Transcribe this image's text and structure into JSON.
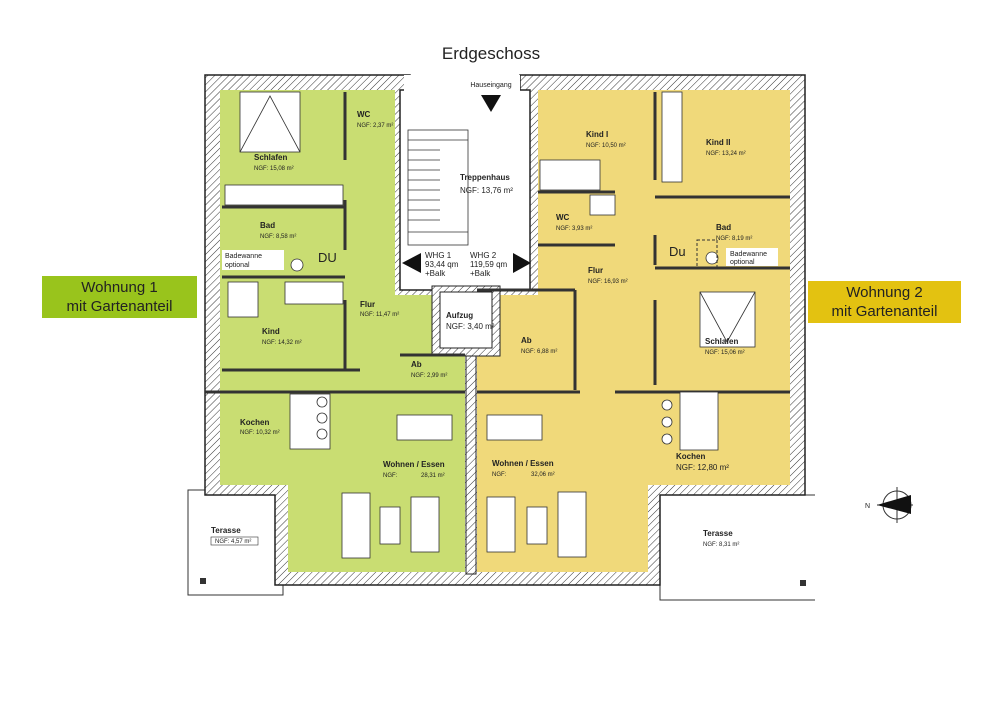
{
  "title": "Erdgeschoss",
  "entrance": "Hauseingang",
  "colors": {
    "unit1": "#c9dd72",
    "unit2": "#f0d97a",
    "unit1_label": "#99c41c",
    "unit2_label": "#e3c211"
  },
  "units": [
    {
      "line1": "Wohnung 1",
      "line2": "mit Gartenanteil"
    },
    {
      "line1": "Wohnung 2",
      "line2": "mit Gartenanteil"
    }
  ],
  "stair_info": {
    "whg1": {
      "name": "WHG 1",
      "area": "93,44 qm",
      "extra": "+Balk"
    },
    "whg2": {
      "name": "WHG 2",
      "area": "119,59 qm",
      "extra": "+Balk"
    }
  },
  "rooms": {
    "w1_schlafen": {
      "name": "Schlafen",
      "area": "NGF: 15,08 m²"
    },
    "w1_wc": {
      "name": "WC",
      "area": "NGF: 2,37 m²"
    },
    "w1_bad": {
      "name": "Bad",
      "area": "NGF: 8,58 m²"
    },
    "w1_du": "DU",
    "w1_badewanne": {
      "line1": "Badewanne",
      "line2": "optional"
    },
    "w1_kind": {
      "name": "Kind",
      "area": "NGF: 14,32 m²"
    },
    "w1_flur": {
      "name": "Flur",
      "area": "NGF: 11,47 m²"
    },
    "w1_ab": {
      "name": "Ab",
      "area": "NGF: 2,99 m²"
    },
    "w1_kochen": {
      "name": "Kochen",
      "area": "NGF: 10,32 m²"
    },
    "w1_wohnen": {
      "name": "Wohnen / Essen",
      "area_label": "NGF:",
      "area": "28,31 m²"
    },
    "w1_terasse": {
      "name": "Terasse",
      "area": "NGF: 4,57 m²"
    },
    "treppenhaus": {
      "name": "Treppenhaus",
      "area": "NGF: 13,76 m²"
    },
    "aufzug": {
      "name": "Aufzug",
      "area": "NGF: 3,40 m²"
    },
    "w2_kind1": {
      "name": "Kind I",
      "area": "NGF: 10,50 m²"
    },
    "w2_kind2": {
      "name": "Kind II",
      "area": "NGF: 13,24 m²"
    },
    "w2_wc": {
      "name": "WC",
      "area": "NGF: 3,93 m²"
    },
    "w2_bad": {
      "name": "Bad",
      "area": "NGF: 8,19 m²"
    },
    "w2_du": "Du",
    "w2_badewanne": {
      "line1": "Badewanne",
      "line2": "optional"
    },
    "w2_flur": {
      "name": "Flur",
      "area": "NGF: 16,93 m²"
    },
    "w2_ab": {
      "name": "Ab",
      "area": "NGF: 6,88 m²"
    },
    "w2_schlafen": {
      "name": "Schlafen",
      "area": "NGF: 15,06 m²"
    },
    "w2_wohnen": {
      "name": "Wohnen / Essen",
      "area_label": "NGF:",
      "area": "32,06 m²"
    },
    "w2_kochen": {
      "name": "Kochen",
      "area": "NGF: 12,80 m²"
    },
    "w2_terasse": {
      "name": "Terasse",
      "area": "NGF: 8,31 m²"
    }
  },
  "compass": {
    "north": "N"
  }
}
